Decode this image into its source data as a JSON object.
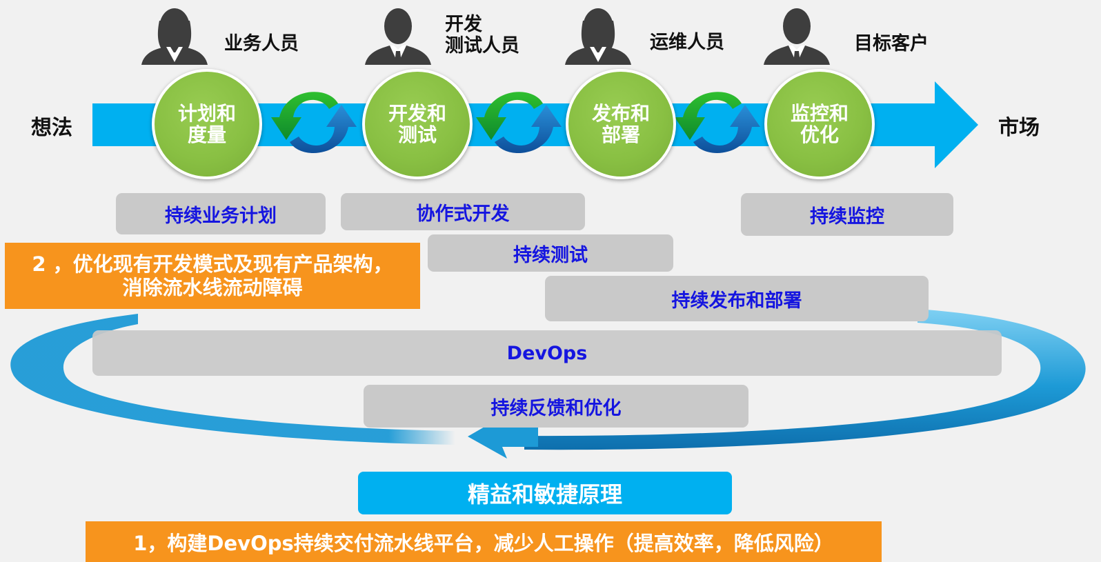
{
  "flow": {
    "start_label": "想法",
    "end_label": "市场"
  },
  "roles": [
    {
      "label": "业务人员",
      "icon": "businesswoman-icon"
    },
    {
      "label": "开发\n测试人员",
      "icon": "businessman-icon"
    },
    {
      "label": "运维人员",
      "icon": "businesswoman-icon"
    },
    {
      "label": "目标客户",
      "icon": "businessman-icon"
    }
  ],
  "stages": [
    {
      "label": "计划和\n度量"
    },
    {
      "label": "开发和\n测试"
    },
    {
      "label": "发布和\n部署"
    },
    {
      "label": "监控和\n优化"
    }
  ],
  "cycle_icon": "green-blue-refresh-arrows-icon",
  "practices": {
    "business_planning": "持续业务计划",
    "collaborative_dev": "协作式开发",
    "monitoring": "持续监控",
    "testing": "持续测试",
    "release_deploy": "持续发布和部署",
    "devops": "DevOps",
    "feedback": "持续反馈和优化"
  },
  "notes": {
    "optimize": "2 ，优化现有开发模式及现有产品架构，\n消除流水线流动障碍",
    "platform": "1，构建DevOps持续交付流水线平台，减少人工操作（提高效率，降低风险）"
  },
  "foundation": "精益和敏捷原理",
  "colors": {
    "flow_arrow": "#00b0f0",
    "stage_green": "#89c043",
    "practice_box": "#c9c9c9",
    "practice_text": "#1515e0",
    "note_orange": "#f7941d",
    "loop_blue": "#1d9ad6"
  }
}
